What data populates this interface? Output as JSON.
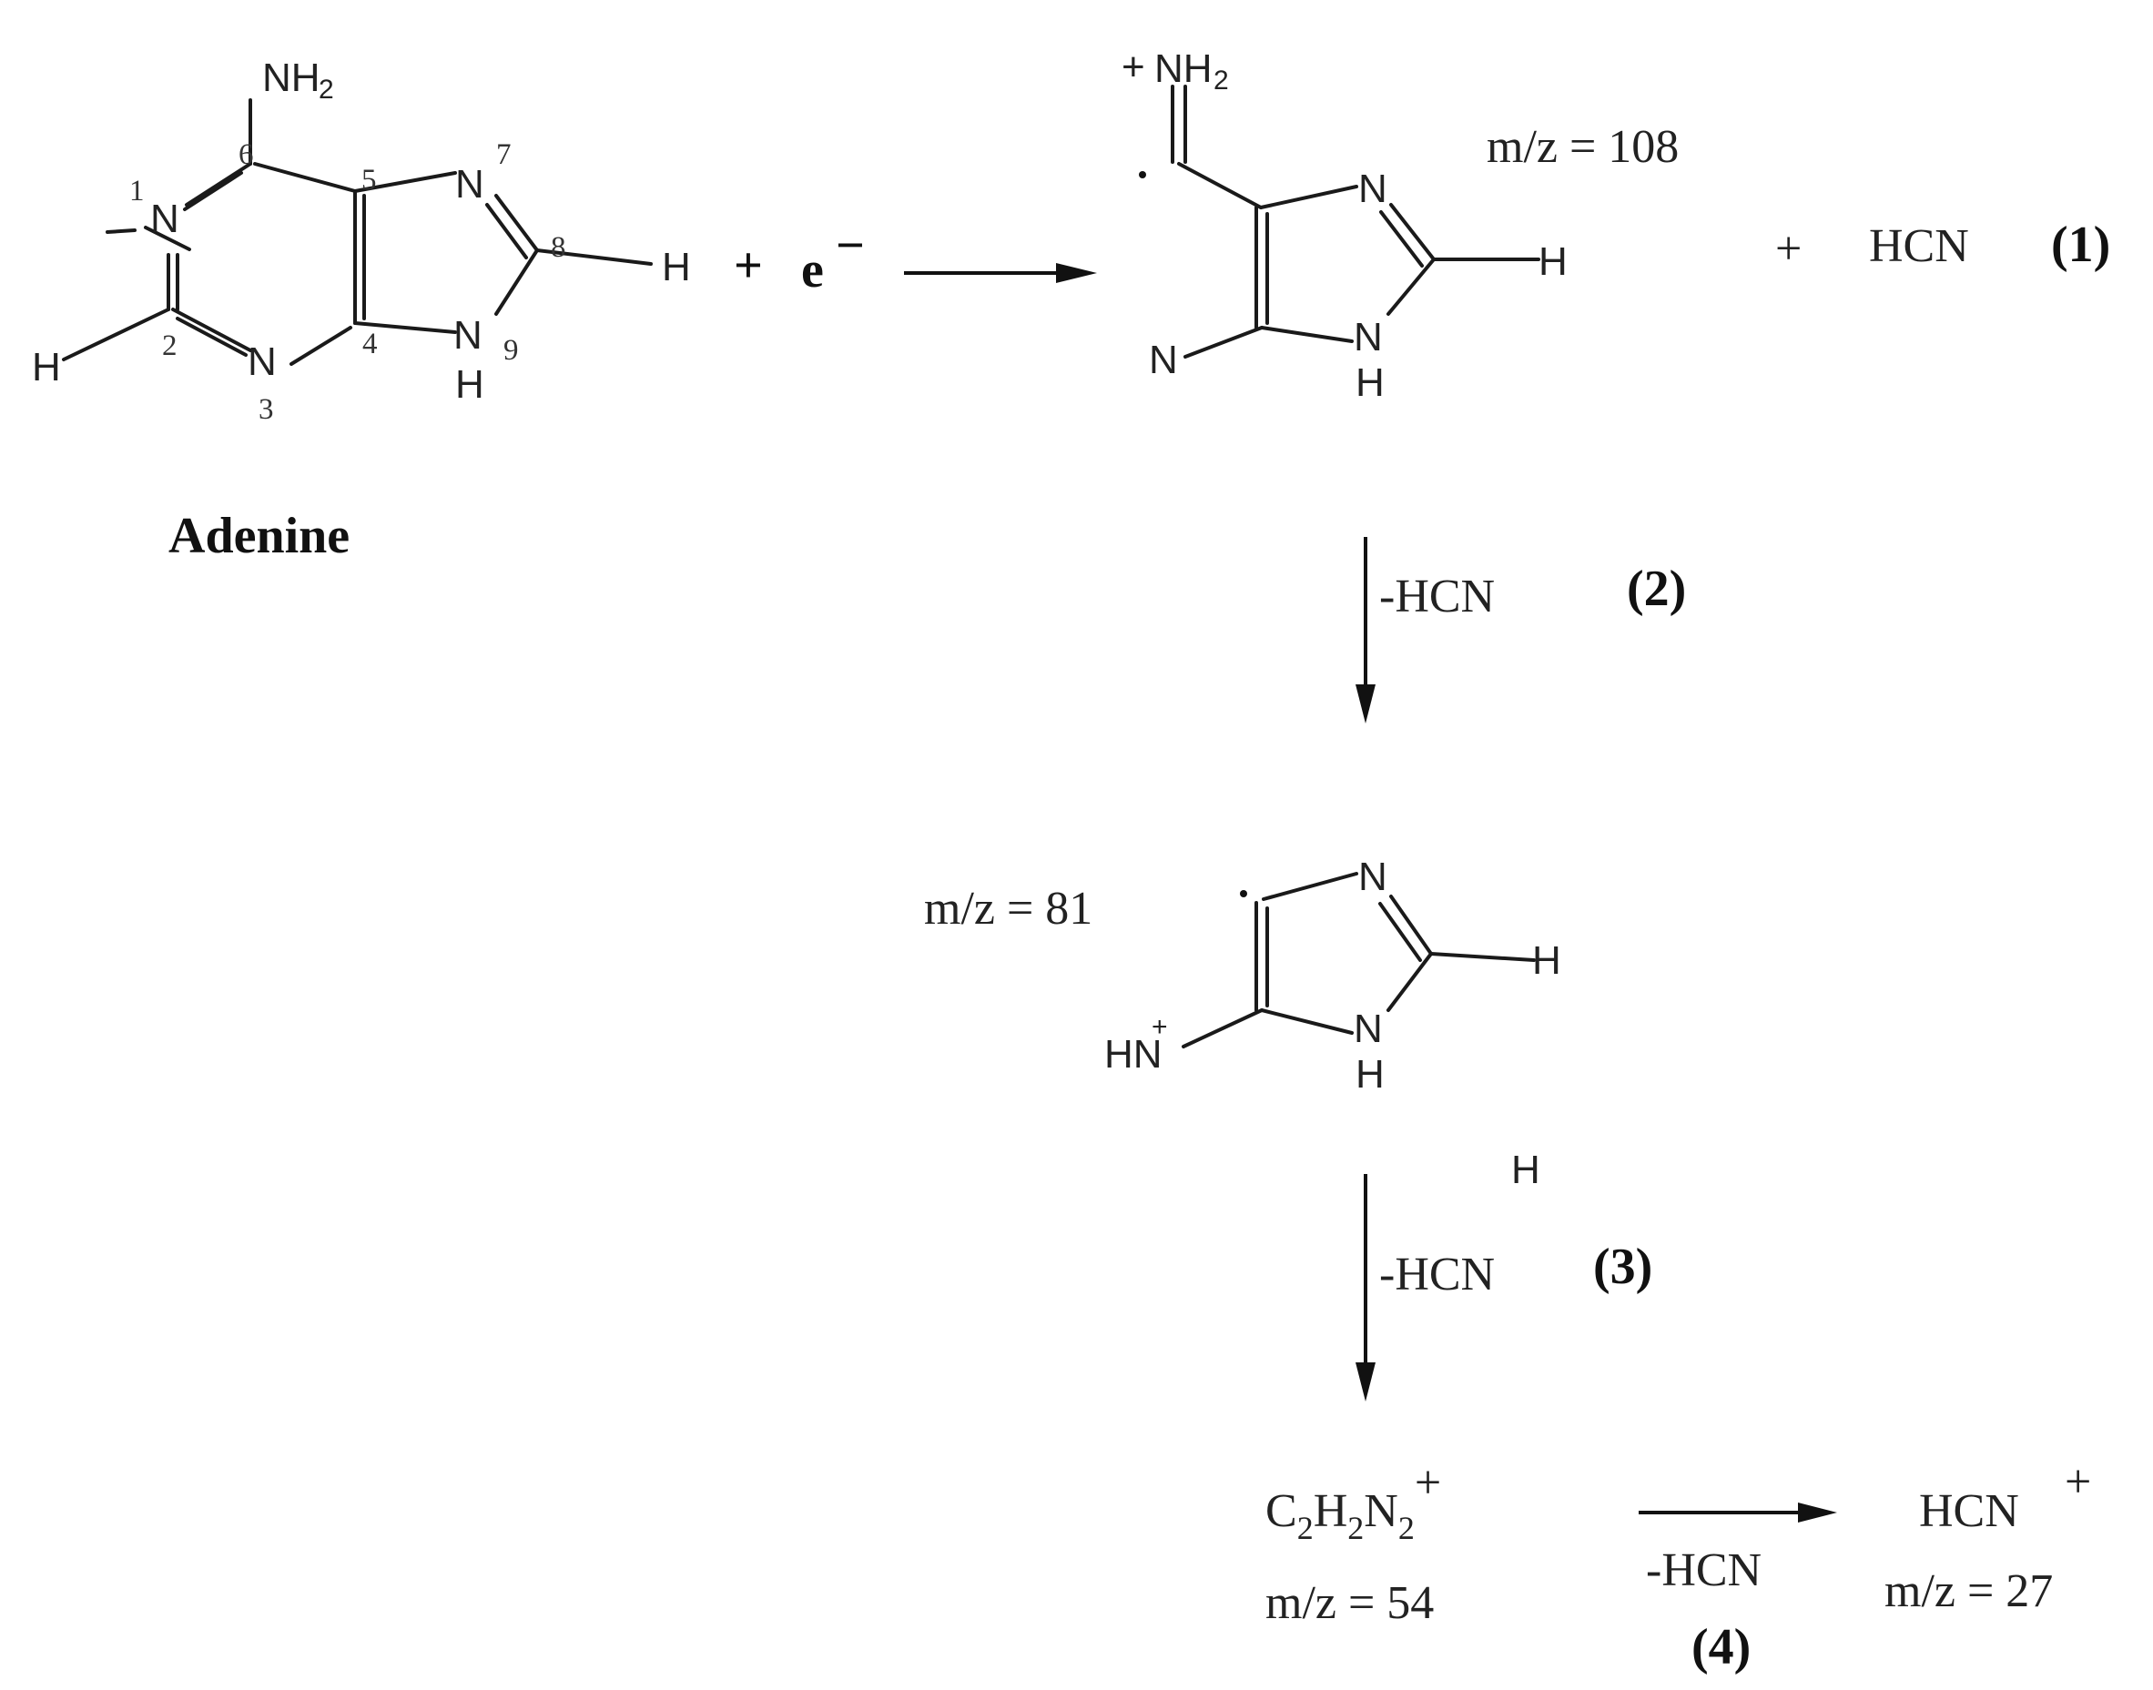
{
  "atoms": {
    "N": "N",
    "H": "H",
    "NH2": "NH",
    "two": "2",
    "plus": "+",
    "plus_bold": "+",
    "HN": "HN"
  },
  "adenine": {
    "numbers": [
      "1",
      "2",
      "3",
      "4",
      "5",
      "6",
      "7",
      "8",
      "9"
    ],
    "label": "Adenine"
  },
  "reaction1": {
    "electron": "e",
    "electron_charge": "−",
    "product_mz": "m/z = 108",
    "coproduct": "HCN",
    "step": "(1)"
  },
  "reaction2": {
    "loss": "-HCN",
    "step": "(2)"
  },
  "fragment81": {
    "mz": "m/z = 81"
  },
  "reaction3": {
    "loss": "-HCN",
    "step": "(3)",
    "extra_h": "H"
  },
  "fragment54": {
    "formula_parts": [
      "C",
      "2",
      "H",
      "2",
      "N",
      "2",
      "+"
    ],
    "mz": "m/z = 54"
  },
  "reaction4": {
    "loss": "-HCN",
    "step": "(4)"
  },
  "fragment27": {
    "formula": "HCN",
    "charge": "+",
    "mz": "m/z = 27"
  },
  "colors": {
    "ink": "#222222",
    "background": "#ffffff"
  }
}
